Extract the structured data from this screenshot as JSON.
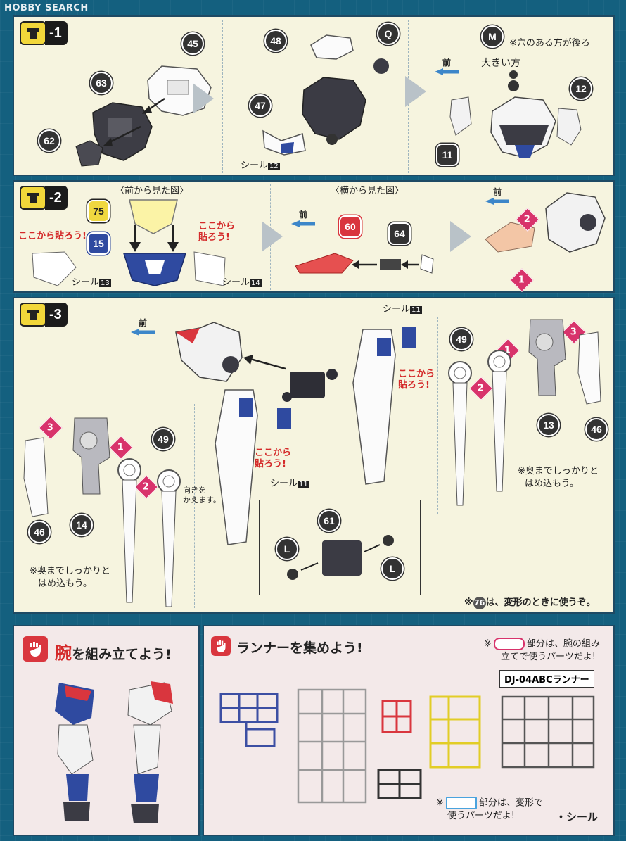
{
  "watermark": "HOBBY SEARCH",
  "step1": {
    "label": "-1",
    "parts": [
      "45",
      "63",
      "62",
      "48",
      "Q",
      "47",
      "M",
      "12",
      "11"
    ],
    "seal": "シール",
    "seal_num": "12",
    "front": "前",
    "note_m_line1": "※穴のある方が後ろ",
    "note_m_line2": "大きい方"
  },
  "step2": {
    "label": "-2",
    "view_front": "〈前から見た図〉",
    "view_side": "〈横から見た図〉",
    "parts": [
      "75",
      "15",
      "60",
      "64"
    ],
    "start_here_a": "ここから貼ろう!",
    "start_here_b1": "ここから",
    "start_here_b2": "貼ろう!",
    "seal": "シール",
    "seal_a": "13",
    "seal_b": "14",
    "front": "前",
    "steps": [
      "2",
      "1"
    ]
  },
  "step3": {
    "label": "-3",
    "front": "前",
    "seal": "シール",
    "seal_num": "11",
    "start_here_1": "ここから",
    "start_here_2": "貼ろう!",
    "parts": [
      "49",
      "13",
      "46",
      "14",
      "61",
      "L"
    ],
    "steps": [
      "1",
      "2",
      "3"
    ],
    "note_push_1": "※奥までしっかりと",
    "note_push_2": "はめ込もう。",
    "note_push_r1": "※奥までしっかりと",
    "note_push_r2": "はめ込もう。",
    "note_turn_1": "向きを",
    "note_turn_2": "かえます。",
    "note_76_pre": "※",
    "note_76_num": "76",
    "note_76_post": "は、変形のときに使うぞ。"
  },
  "arm": {
    "title_kanji": "腕",
    "title_rest": "を組み立てよう!"
  },
  "runner": {
    "title": "ランナーを集めよう!",
    "note_pink_pre": "※",
    "note_pink_post": "部分は、腕の組み",
    "note_pink_line2": "立てで使うパーツだよ!",
    "label": "DJ-04ABCランナー",
    "note_blue_pre": "※",
    "note_blue_post": "部分は、変形で",
    "note_blue_line2": "使うパーツだよ!",
    "seal": "・シール"
  }
}
